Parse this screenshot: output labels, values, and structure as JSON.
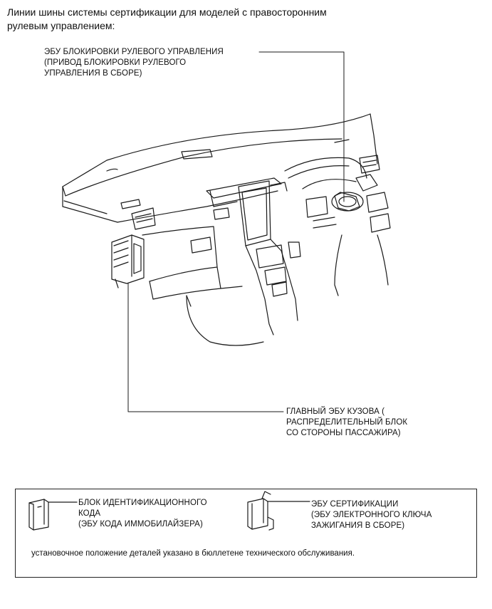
{
  "title": {
    "line1": "Линии шины системы сертификации для моделей с правосторонним",
    "line2": "рулевым управлением:"
  },
  "callouts": {
    "steering_lock": {
      "line1": "ЭБУ БЛОКИРОВКИ РУЛЕВОГО УПРАВЛЕНИЯ",
      "line2": "(ПРИВОД БЛОКИРОВКИ РУЛЕВОГО",
      "line3": "УПРАВЛЕНИЯ В СБОРЕ)"
    },
    "main_body": {
      "line1": "ГЛАВНЫЙ ЭБУ КУЗОВА (",
      "line2": "РАСПРЕДЕЛИТЕЛЬНЫЙ БЛОК",
      "line3": "СО СТОРОНЫ ПАССАЖИРА)"
    }
  },
  "legend": {
    "id_code_box": {
      "line1": "БЛОК ИДЕНТИФИКАЦИОННОГО",
      "line2": "КОДА",
      "line3": "(ЭБУ КОДА ИММОБИЛАЙЗЕРА)"
    },
    "certification_ecu": {
      "line1": "ЭБУ СЕРТИФИКАЦИИ",
      "line2": "(ЭБУ ЭЛЕКТРОННОГО КЛЮЧА",
      "line3": "ЗАЖИГАНИЯ В СБОРЕ)"
    },
    "note": "установочное положение деталей указано в бюллетене технического обслуживания."
  }
}
